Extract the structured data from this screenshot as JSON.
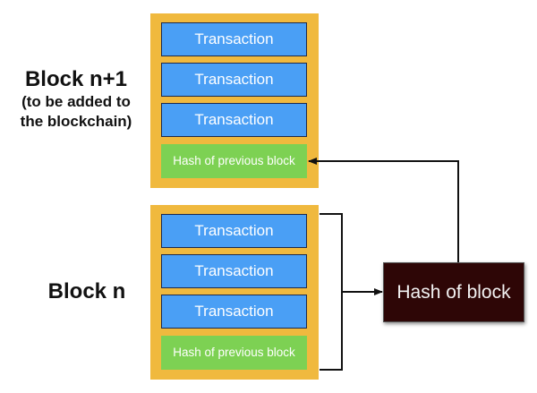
{
  "blocks": {
    "next": {
      "title": "Block n+1",
      "subtitle_line1": "(to be added to",
      "subtitle_line2": "the blockchain)",
      "transactions": [
        "Transaction",
        "Transaction",
        "Transaction"
      ],
      "prev_hash_label": "Hash of previous block"
    },
    "current": {
      "title": "Block n",
      "transactions": [
        "Transaction",
        "Transaction",
        "Transaction"
      ],
      "prev_hash_label": "Hash of previous block"
    }
  },
  "hash_box": {
    "label": "Hash of block"
  },
  "colors": {
    "block_fill": "#f0b93e",
    "transaction_fill": "#4a9ff5",
    "prev_hash_fill": "#7dd153",
    "hash_box_fill": "#2e0606"
  }
}
